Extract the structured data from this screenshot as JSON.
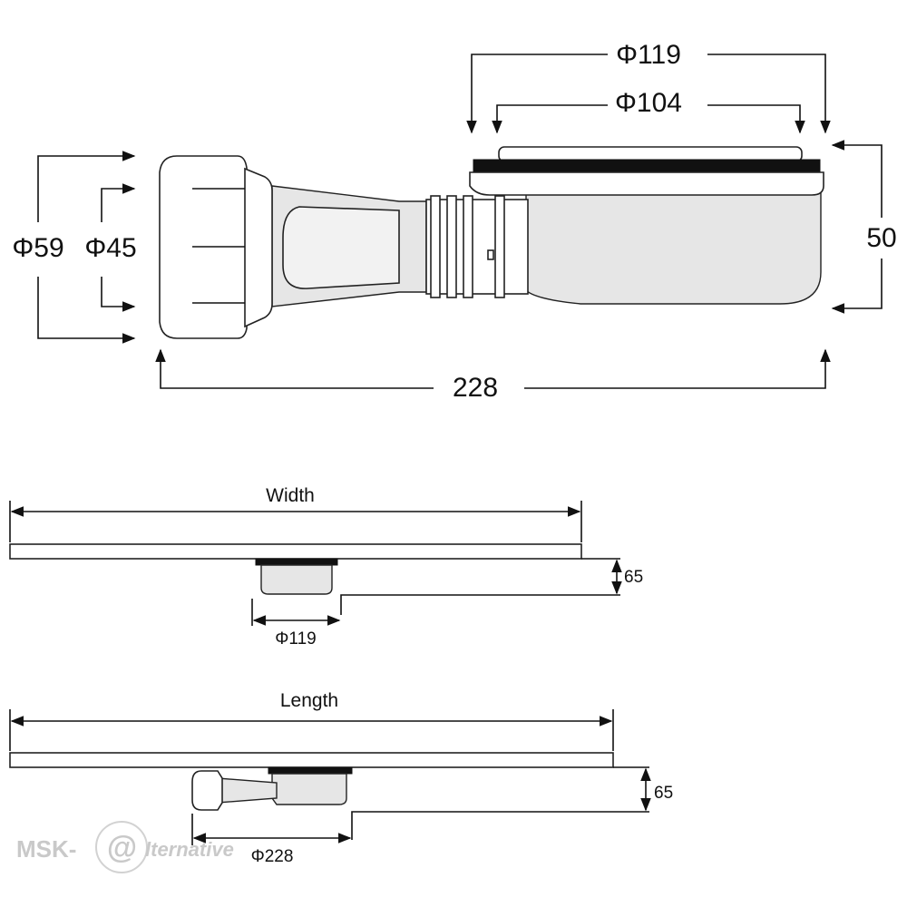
{
  "top_view": {
    "dim_outer_flange": "Φ119",
    "dim_inner_flange": "Φ104",
    "dim_height": "50",
    "dim_outlet_outer": "Φ59",
    "dim_outlet_inner": "Φ45",
    "dim_total_length": "228"
  },
  "width_view": {
    "label": "Width",
    "dim_depth": "65",
    "dim_diameter": "Φ119"
  },
  "length_view": {
    "label": "Length",
    "dim_depth": "65",
    "dim_diameter": "Φ228"
  },
  "watermark": {
    "prefix": "MSK-",
    "symbol": "@",
    "suffix": "lternative"
  },
  "colors": {
    "line": "#111111",
    "body_fill": "#e6e6e6",
    "watermark": "#c9c9c9"
  }
}
